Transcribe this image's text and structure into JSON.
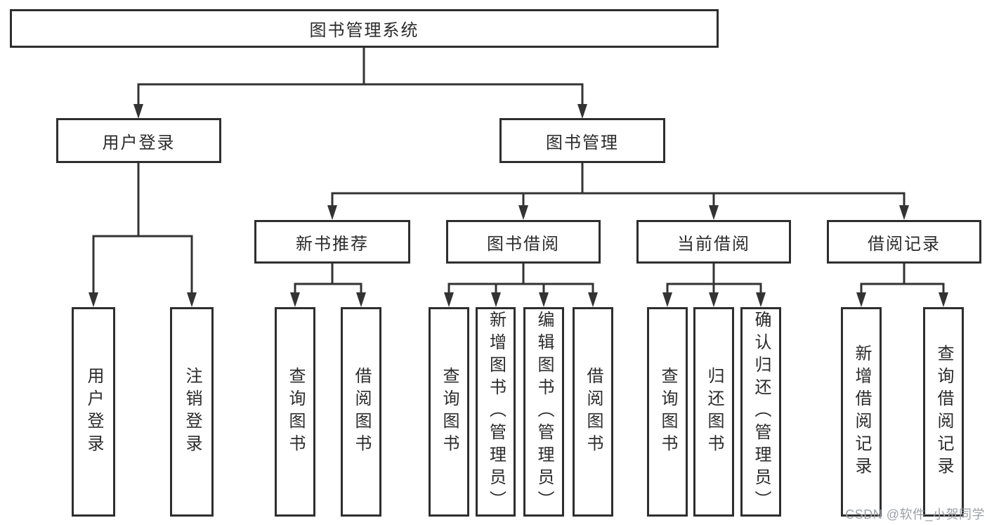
{
  "tree": {
    "label": "图书管理系统",
    "children": [
      {
        "label": "用户登录",
        "children": [
          {
            "label": "用户登录"
          },
          {
            "label": "注销登录"
          }
        ]
      },
      {
        "label": "图书管理",
        "children": [
          {
            "label": "新书推荐",
            "children": [
              {
                "label": "查询图书"
              },
              {
                "label": "借阅图书"
              }
            ]
          },
          {
            "label": "图书借阅",
            "children": [
              {
                "label": "查询图书"
              },
              {
                "label": "新增图书（管理员）"
              },
              {
                "label": "编辑图书（管理员）"
              },
              {
                "label": "借阅图书"
              }
            ]
          },
          {
            "label": "当前借阅",
            "children": [
              {
                "label": "查询图书"
              },
              {
                "label": "归还图书"
              },
              {
                "label": "确认归还（管理员）"
              }
            ]
          },
          {
            "label": "借阅记录",
            "children": [
              {
                "label": "新增借阅记录"
              },
              {
                "label": "查询借阅记录"
              }
            ]
          }
        ]
      }
    ]
  },
  "watermark": "CSDN @软件_小贺同学",
  "colors": {
    "line": "#333333",
    "box_border": "#2e2e2e",
    "text": "#2b2b2b",
    "watermark": "#9ba0a6",
    "background": "#ffffff"
  }
}
